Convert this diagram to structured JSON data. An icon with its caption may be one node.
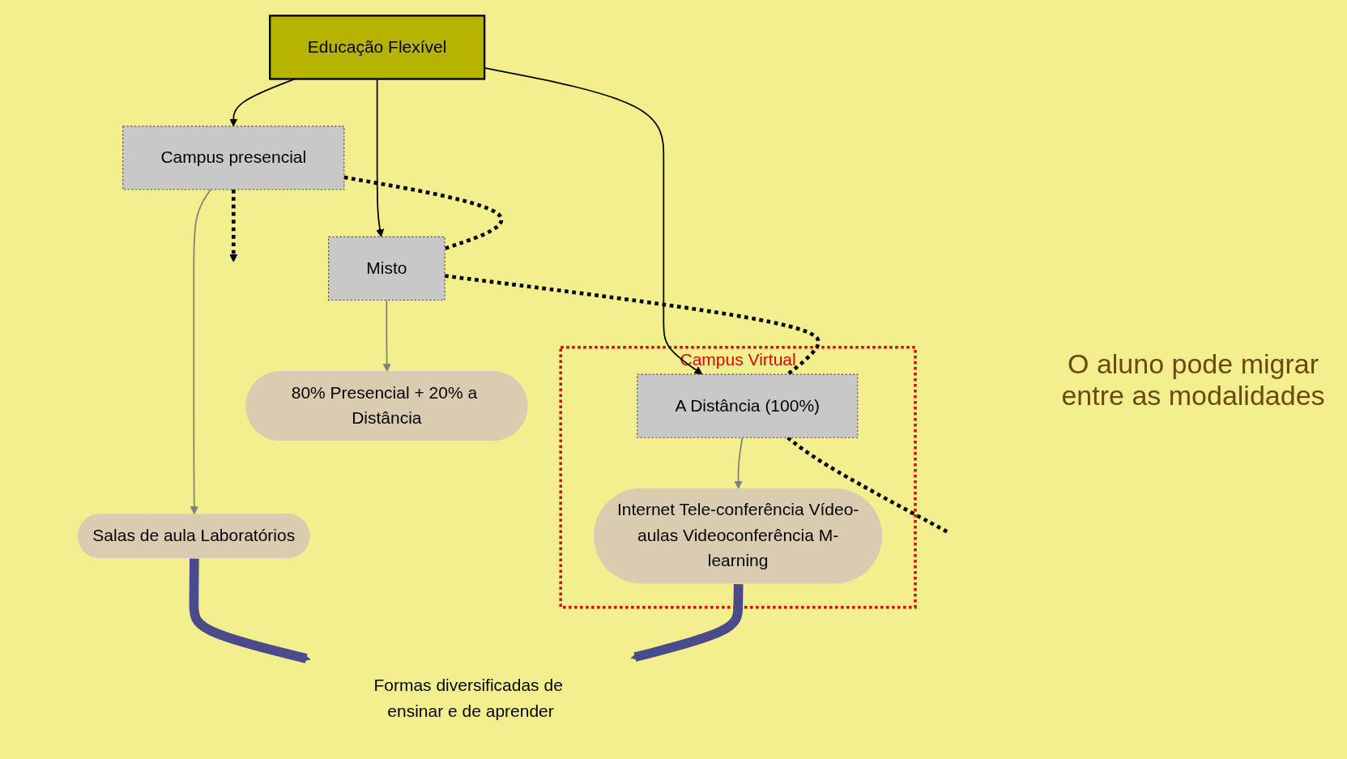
{
  "diagram": {
    "nodes": [
      {
        "text": [
          "Educação Flexível"
        ]
      },
      {
        "text": [
          "Campus presencial"
        ]
      },
      {
        "text": [
          "Misto"
        ]
      },
      {
        "text": [
          "Campus Virtual"
        ]
      },
      {
        "text": [
          "A Distância (100%)"
        ],
        "in": 3
      },
      {
        "text": [
          "Salas de aula Laboratórios"
        ]
      },
      {
        "text": [
          "80% Presencial + 20% a Distância"
        ]
      },
      {
        "text": [
          "Internet Tele-conferência Vídeo-aulas Videoconferência M-learning"
        ],
        "in": 3
      },
      {
        "text": [
          "Formas diversificadas de ensinar e de aprender"
        ]
      }
    ],
    "edges": [
      {
        "from": 0,
        "to": 1,
        "arrow": "to"
      },
      {
        "from": 0,
        "to": 2,
        "arrow": "to"
      },
      {
        "from": 0,
        "to": 4,
        "arrow": "to"
      },
      {
        "from": 1,
        "to": null,
        "arrow": "to",
        "style": "dashed"
      },
      {
        "from": 1,
        "to": 2,
        "arrow": "none",
        "style": "dashed"
      },
      {
        "from": 2,
        "to": 4,
        "arrow": "none",
        "style": "dashed"
      },
      {
        "from": 4,
        "to": null,
        "arrow": "none",
        "style": "dashed"
      },
      {
        "from": 1,
        "to": 5,
        "arrow": "to",
        "color": "#808080"
      },
      {
        "from": 2,
        "to": 6,
        "arrow": "to",
        "color": "#808080"
      },
      {
        "from": 4,
        "to": 7,
        "arrow": "to",
        "color": "#808080"
      },
      {
        "from": 5,
        "to": 8,
        "arrow": "to",
        "style": "thick",
        "color": "#4b4b8c"
      },
      {
        "from": 7,
        "to": 8,
        "arrow": "to",
        "style": "thick",
        "color": "#4b4b8c"
      }
    ],
    "labels": [
      "O aluno pode migrar entre as modalidades"
    ]
  }
}
